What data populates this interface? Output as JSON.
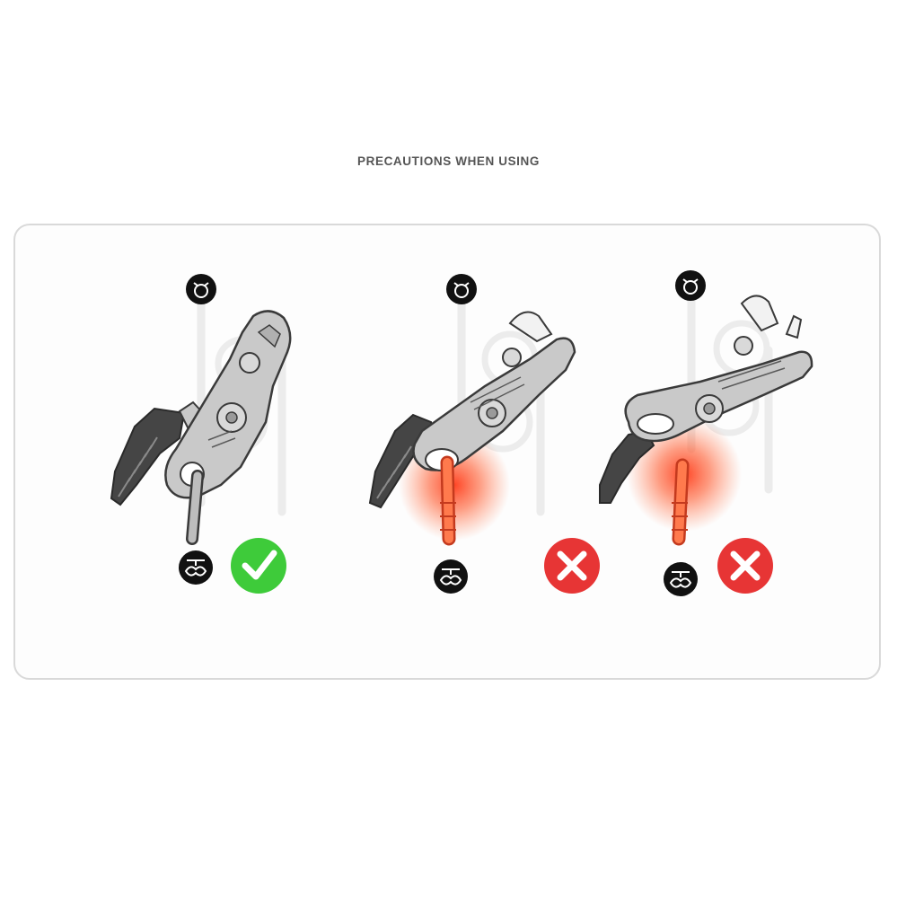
{
  "header": {
    "title": "PRECAUTIONS WHEN USING"
  },
  "panels": [
    {
      "status": "correct",
      "status_icon": "check-icon",
      "status_color": "#3ecb3a"
    },
    {
      "status": "incorrect",
      "status_icon": "cross-icon",
      "status_color": "#e73535"
    },
    {
      "status": "incorrect",
      "status_icon": "cross-icon",
      "status_color": "#e73535"
    }
  ],
  "colors": {
    "device_fill": "#c9c9c9",
    "device_stroke": "#3a3a3a",
    "handle_dark": "#454545",
    "rope": "#ececec",
    "warning_glow": "#ff4a26",
    "anchor_badge": "#111111"
  }
}
